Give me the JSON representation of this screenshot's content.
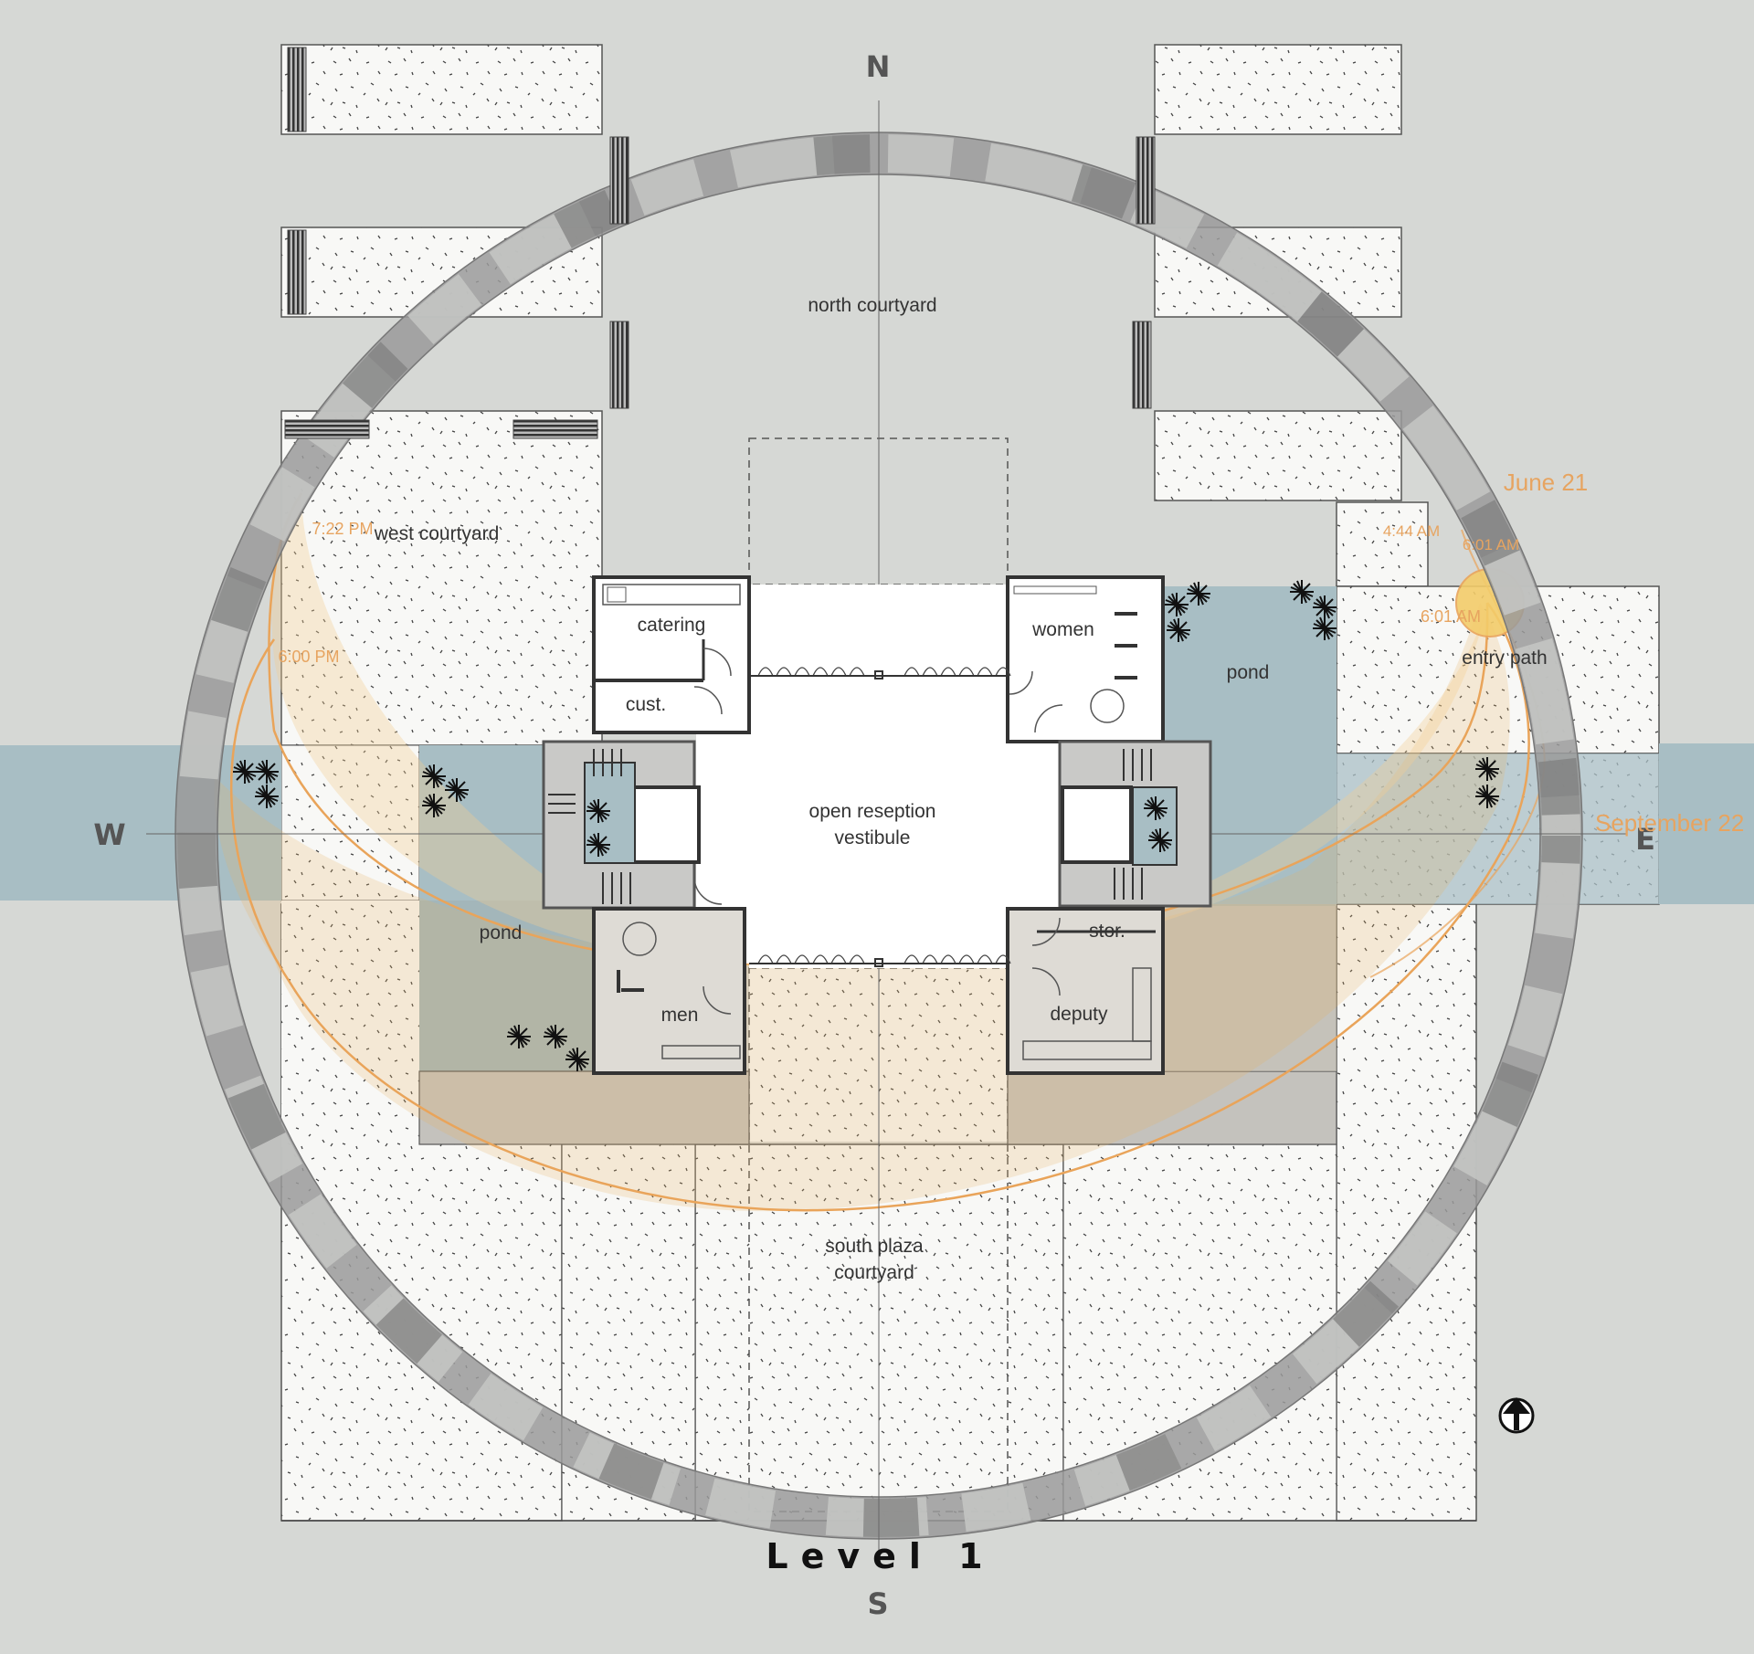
{
  "compass": {
    "north": "N",
    "south": "S",
    "east": "E",
    "west": "W"
  },
  "title": "Level 1",
  "spaces": {
    "north_courtyard": "north courtyard",
    "west_courtyard": "west courtyard",
    "catering": "catering",
    "custodial": "cust.",
    "women": "women",
    "pond_east": "pond",
    "entry_path": "entry path",
    "vestibule_line1": "open  reseption",
    "vestibule_line2": "vestibule",
    "pond_west": "pond",
    "storage": "stor.",
    "men": "men",
    "deputy": "deputy",
    "south_plaza_line1": "south plaza",
    "south_plaza_line2": "courtyard"
  },
  "sun_path": {
    "june": "June 21",
    "september": "September 22",
    "sunrise_june": "4:44 AM",
    "sunrise_sept": "6:01 AM",
    "sun_time": "6:01 AM",
    "sunset_june": "7:22 PM",
    "sunset_sept": "6:00 PM"
  },
  "colors": {
    "background": "#d6d8d5",
    "water": "#a8bec4",
    "sun": "#f3cc6a",
    "sun_path": "#e9a45a",
    "paving": "#f7f7f5"
  }
}
